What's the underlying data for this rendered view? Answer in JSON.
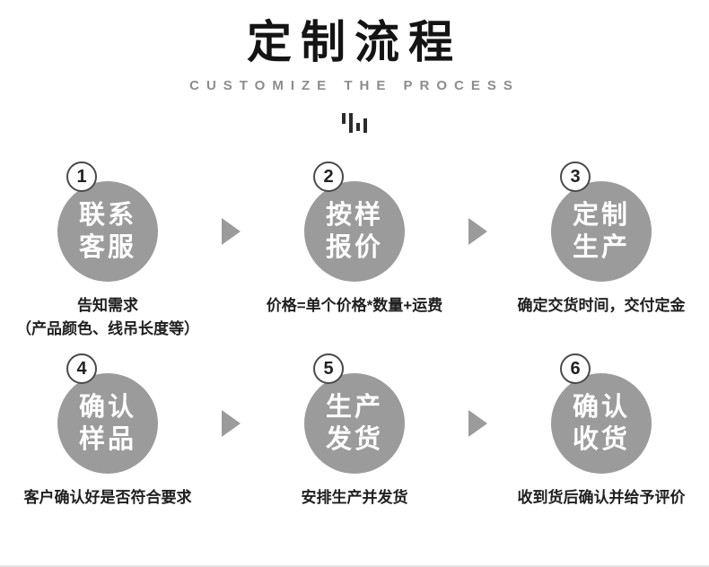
{
  "header": {
    "title": "定制流程",
    "subtitle": "CUSTOMIZE THE PROCESS"
  },
  "icons": {
    "deco": "equalizer-bars",
    "arrow": "right-triangle"
  },
  "colors": {
    "circle_gray": "#9b9b9b",
    "arrow_gray": "#9b9b9b",
    "title_black": "#141414",
    "subtitle_gray": "#8c8c8c",
    "desc_text": "#1f1f1f",
    "badge_border": "#4a4a4a"
  },
  "steps": [
    {
      "number": "1",
      "line1": "联系",
      "line2": "客服",
      "desc1": "告知需求",
      "desc2": "（产品颜色、线吊长度等）"
    },
    {
      "number": "2",
      "line1": "按样",
      "line2": "报价",
      "desc1": "价格=单个价格*数量+运费"
    },
    {
      "number": "3",
      "line1": "定制",
      "line2": "生产",
      "desc1": "确定交货时间，交付定金"
    },
    {
      "number": "4",
      "line1": "确认",
      "line2": "样品",
      "desc1": "客户确认好是否符合要求"
    },
    {
      "number": "5",
      "line1": "生产",
      "line2": "发货",
      "desc1": "安排生产并发货"
    },
    {
      "number": "6",
      "line1": "确认",
      "line2": "收货",
      "desc1": "收到货后确认并给予评价"
    }
  ]
}
